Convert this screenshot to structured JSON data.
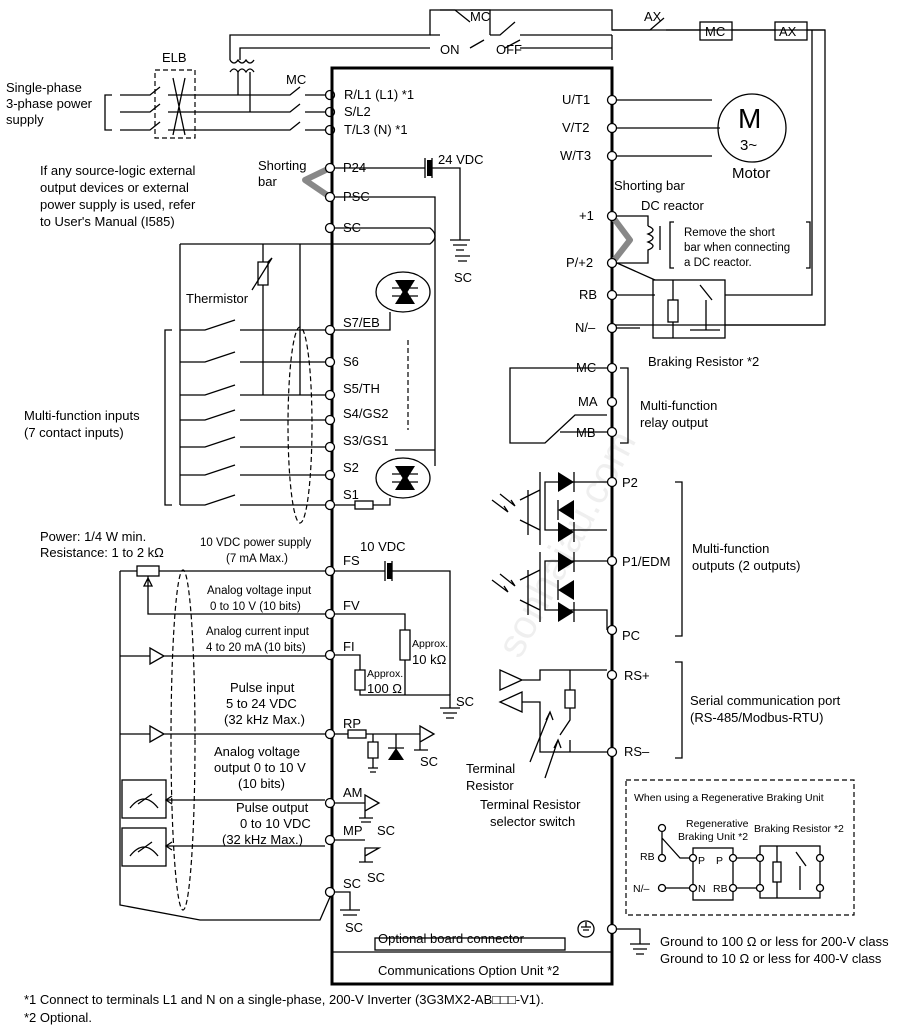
{
  "top": {
    "mc": "MC",
    "on": "ON",
    "off": "OFF",
    "ax": "AX",
    "mc_box": "MC",
    "ax_box": "AX"
  },
  "power": {
    "elb": "ELB",
    "mc": "MC",
    "supply": [
      "Single-phase",
      "3-phase power",
      "supply"
    ],
    "terminals": [
      "R/L1 (L1) *1",
      "S/L2",
      "T/L3 (N) *1"
    ]
  },
  "logic_note": [
    "If any source-logic external",
    "output devices or external",
    "power supply is used, refer",
    "to User's Manual (I585)"
  ],
  "shorting_bar": [
    "Shorting",
    "bar"
  ],
  "vdc24": "24 VDC",
  "left_terminals": {
    "p24": "P24",
    "psc": "PSC",
    "sc": "SC",
    "s7": "S7/EB",
    "s6": "S6",
    "s5": "S5/TH",
    "s4": "S4/GS2",
    "s3": "S3/GS1",
    "s2": "S2",
    "s1": "S1",
    "fs": "FS",
    "fv": "FV",
    "fi": "FI",
    "rp": "RP",
    "am": "AM",
    "mp": "MP",
    "sc_bottom": "SC"
  },
  "sc_label": "SC",
  "thermistor": "Thermistor",
  "multi_inputs": [
    "Multi-function inputs",
    "(7 contact inputs)"
  ],
  "power_res": [
    "Power: 1/4 W min.",
    "Resistance: 1 to 2 kΩ"
  ],
  "vdc10_supply": [
    "10 VDC power supply",
    "(7 mA Max.)"
  ],
  "vdc10": "10 VDC",
  "analog_v_in": [
    "Analog voltage input",
    "0 to 10 V (10 bits)"
  ],
  "analog_i_in": [
    "Analog current input",
    "4 to 20 mA (10 bits)"
  ],
  "approx_10k": [
    "Approx.",
    "10 kΩ"
  ],
  "approx_100": [
    "Approx.",
    "100 Ω"
  ],
  "pulse_in": [
    "Pulse input",
    "5 to 24 VDC",
    "(32 kHz Max.)"
  ],
  "analog_v_out": [
    "Analog voltage",
    "output 0 to 10 V",
    "(10 bits)"
  ],
  "pulse_out": [
    "Pulse output",
    "0 to 10 VDC",
    "(32 kHz Max.)"
  ],
  "motor": {
    "terminals": [
      "U/T1",
      "V/T2",
      "W/T3"
    ],
    "m": "M",
    "phase": "3~",
    "label": "Motor"
  },
  "dc": {
    "shorting_bar": "Shorting bar",
    "reactor": "DC reactor",
    "note": [
      "Remove the short",
      "bar when connecting",
      "a DC reactor."
    ],
    "terminals": [
      "+1",
      "P/+2",
      "RB",
      "N/–"
    ]
  },
  "braking_resistor": "Braking Resistor *2",
  "relay": {
    "terminals": [
      "MC",
      "MA",
      "MB"
    ],
    "label": [
      "Multi-function",
      "relay output"
    ]
  },
  "outputs": {
    "terminals": [
      "P2",
      "P1/EDM",
      "PC"
    ],
    "label": [
      "Multi-function",
      "outputs (2 outputs)"
    ]
  },
  "serial": {
    "terminals": [
      "RS+",
      "RS–"
    ],
    "label": [
      "Serial communication port",
      "(RS-485/Modbus-RTU)"
    ]
  },
  "terminal_resistor": [
    "Terminal",
    "Resistor"
  ],
  "selector": [
    "Terminal Resistor",
    "selector switch"
  ],
  "regen": {
    "title": "When using a Regenerative Braking Unit",
    "unit": [
      "Regenerative",
      "Braking Unit *2"
    ],
    "resistor": "Braking Resistor *2",
    "labels": {
      "rb": "RB",
      "p": "P",
      "n_minus": "N/–",
      "n": "N",
      "p2": "P",
      "rb2": "RB"
    }
  },
  "optional_board": "Optional board connector",
  "comm_unit": "Communications Option Unit *2",
  "ground": [
    "Ground to 100 Ω or less for 200-V class",
    "Ground to 10 Ω or less for 400-V class"
  ],
  "footnotes": [
    "*1 Connect to terminals L1 and N on a single-phase, 200-V Inverter (3G3MX2-AB□□□-V1).",
    "*2 Optional."
  ],
  "watermark": "sonhaiau.com"
}
